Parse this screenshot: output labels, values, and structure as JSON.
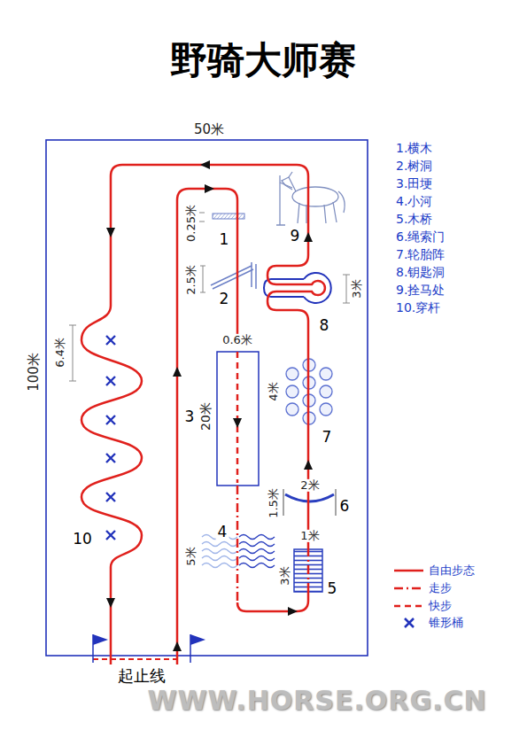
{
  "diagram": {
    "title": "野骑大师赛",
    "labels": [
      "50米",
      "100米",
      "1.横木",
      "2.树洞",
      "3.田埂",
      "4.小河",
      "5.木桥",
      "6.绳索门",
      "7.轮胎阵",
      "8.钥匙洞",
      "9.拴马处",
      "10.穿杆",
      "0.25米",
      "1",
      "2.5米",
      "2",
      "0.6米",
      "20米",
      "3",
      "6.4米",
      "9",
      "3米",
      "8",
      "4米",
      "7",
      "2米",
      "1.5米",
      "6",
      "1米",
      "3米",
      "5",
      "4",
      "5米",
      "10",
      "起止线",
      "WWW.HORSE.ORG.CN"
    ],
    "legend": [
      {
        "text": "自由步态"
      },
      {
        "text": "走步"
      },
      {
        "text": "快步"
      },
      {
        "text": "锥形桶"
      }
    ]
  }
}
